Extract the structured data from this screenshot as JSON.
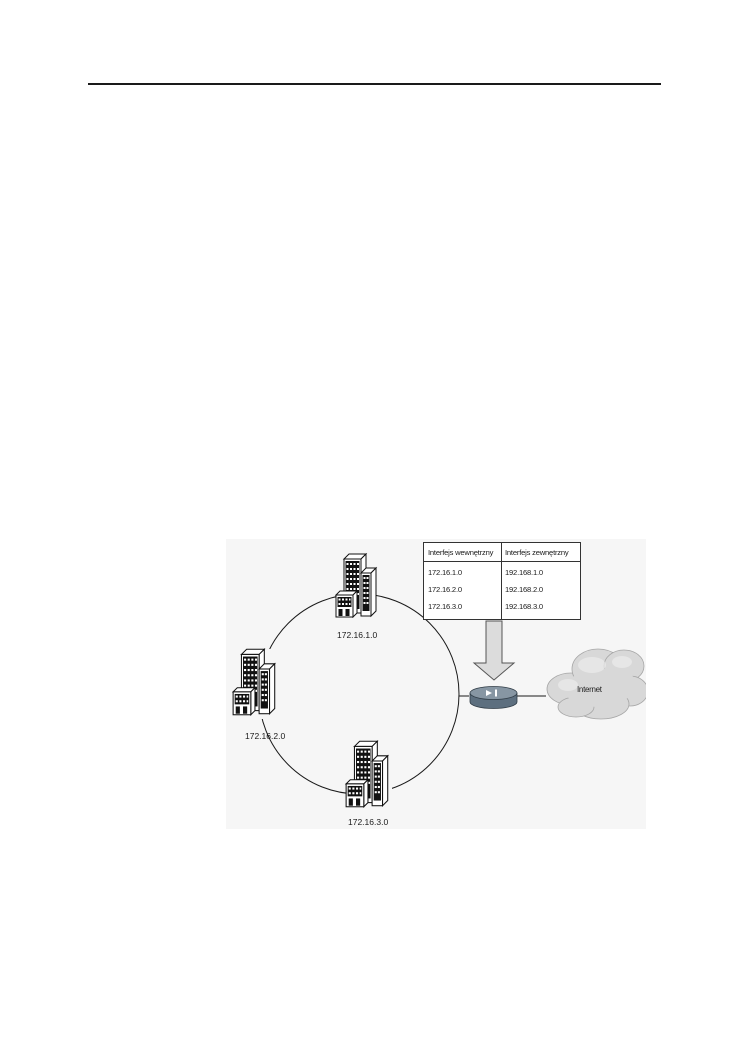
{
  "sites": [
    {
      "id": "site-1",
      "label": "172.16.1.0"
    },
    {
      "id": "site-2",
      "label": "172.16.2.0"
    },
    {
      "id": "site-3",
      "label": "172.16.3.0"
    }
  ],
  "nat_table": {
    "headers": [
      "Interfejs wewnętrzny",
      "Interfejs zewnętrzny"
    ],
    "rows": [
      [
        "172.16.1.0",
        "192.168.1.0"
      ],
      [
        "172.16.2.0",
        "192.168.2.0"
      ],
      [
        "172.16.3.0",
        "192.168.3.0"
      ]
    ]
  },
  "cloud": {
    "label": "Internet"
  },
  "colors": {
    "router_body": "#5d6f7f",
    "router_top": "#8796a3",
    "arrow_fill": "#dcdcdc",
    "cloud_fill": "#d8d8d8"
  },
  "icons": {
    "site": "office-building-icon",
    "router": "nat-router-icon",
    "cloud": "internet-cloud-icon",
    "arrow": "down-arrow-icon"
  }
}
